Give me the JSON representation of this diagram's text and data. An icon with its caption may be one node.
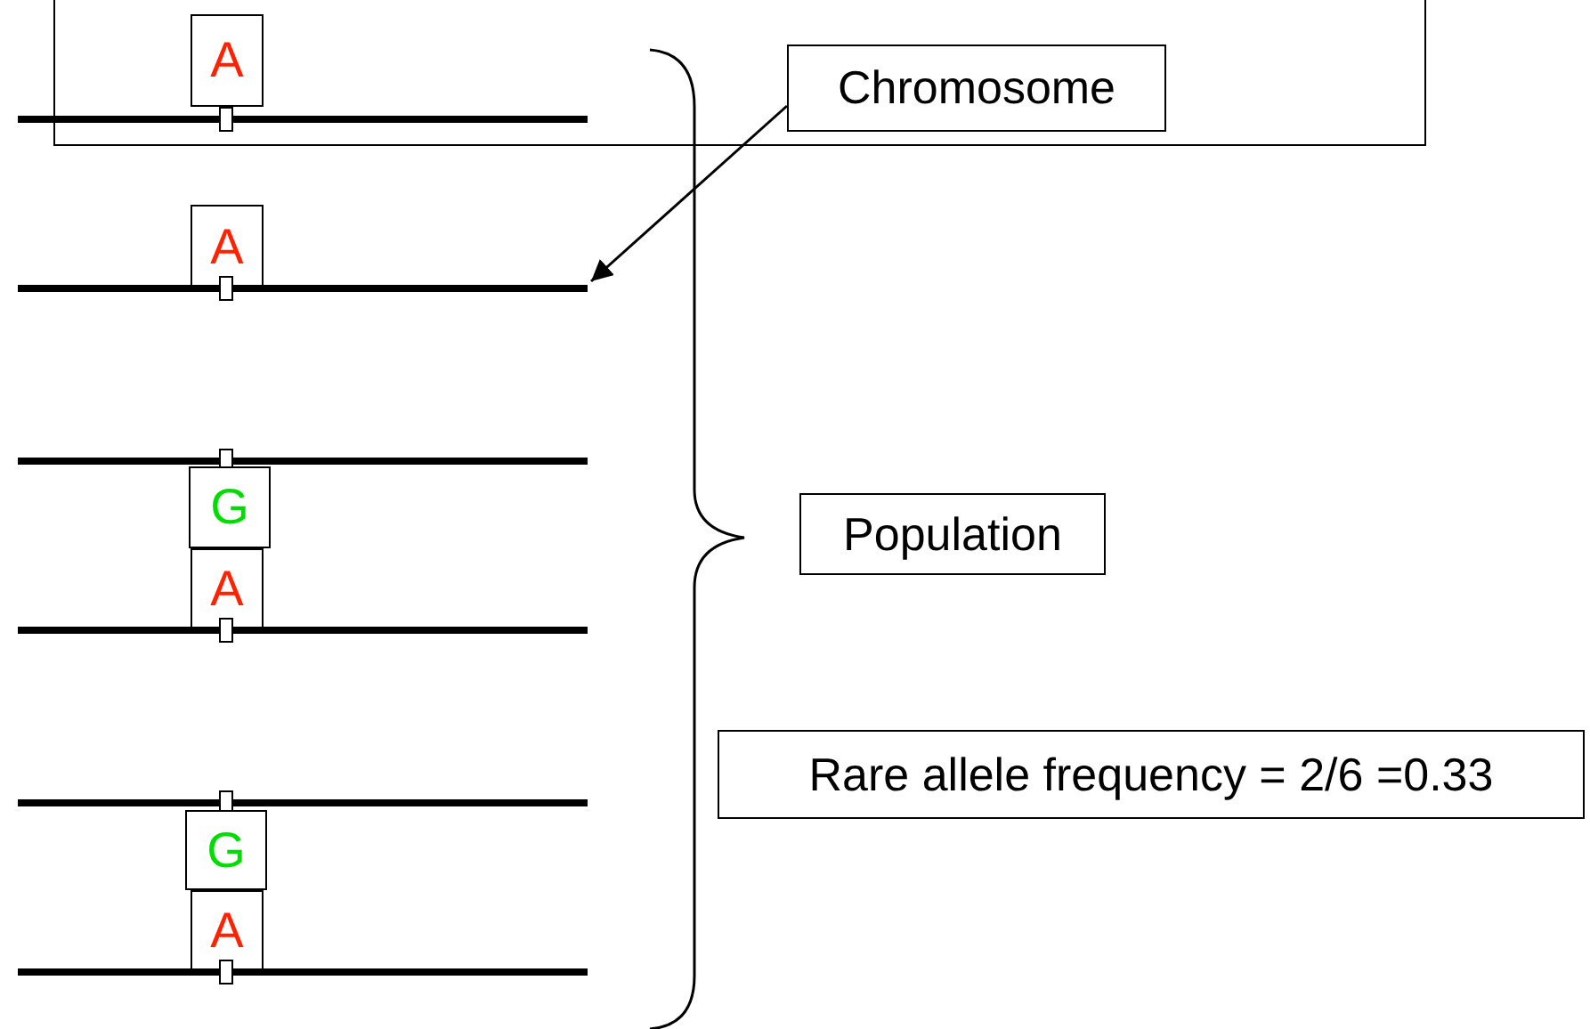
{
  "diagram": {
    "nodes": [
      {
        "text": [],
        "shape": "box"
      },
      {
        "text": [
          "A"
        ],
        "in": 0
      },
      {
        "text": [
          "Chromosome"
        ],
        "in": 0
      },
      {
        "text": [],
        "shape": "bar",
        "in": 0
      },
      {
        "text": [
          "A"
        ]
      },
      {
        "text": [],
        "shape": "bar"
      },
      {
        "text": [],
        "shape": "bar"
      },
      {
        "text": [
          "G"
        ]
      },
      {
        "text": [
          "Population"
        ]
      },
      {
        "text": [
          "A"
        ]
      },
      {
        "text": [],
        "shape": "bar"
      },
      {
        "text": [
          "Rare allele frequency = 2/6 =0.33"
        ]
      },
      {
        "text": [],
        "shape": "bar"
      },
      {
        "text": [
          "G"
        ]
      },
      {
        "text": [
          "A"
        ]
      },
      {
        "text": [],
        "shape": "bar"
      }
    ],
    "edges": [
      {
        "from": 2,
        "to": 5,
        "arrow": "to"
      }
    ]
  }
}
